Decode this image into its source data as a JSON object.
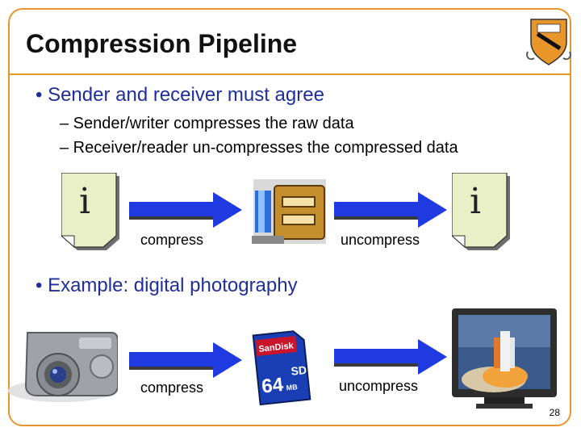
{
  "slide": {
    "title": "Compression Pipeline",
    "bullets": [
      {
        "text": "• Sender and receiver must agree"
      },
      {
        "text": "• Example: digital photography"
      }
    ],
    "sub_bullets": [
      "– Sender/writer compresses the raw data",
      "– Receiver/reader un-compresses the compressed data"
    ],
    "pipeline1": {
      "left_label": "compress",
      "right_label": "uncompress"
    },
    "pipeline2": {
      "left_label": "compress",
      "right_label": "uncompress"
    },
    "sd_card": {
      "brand": "SanDisk",
      "capacity": "64",
      "unit": "MB",
      "logo": "SD"
    },
    "page_number": "28"
  },
  "colors": {
    "accent": "#e8952a",
    "bullet": "#1f2f9a",
    "arrow": "#1f3ae0"
  }
}
